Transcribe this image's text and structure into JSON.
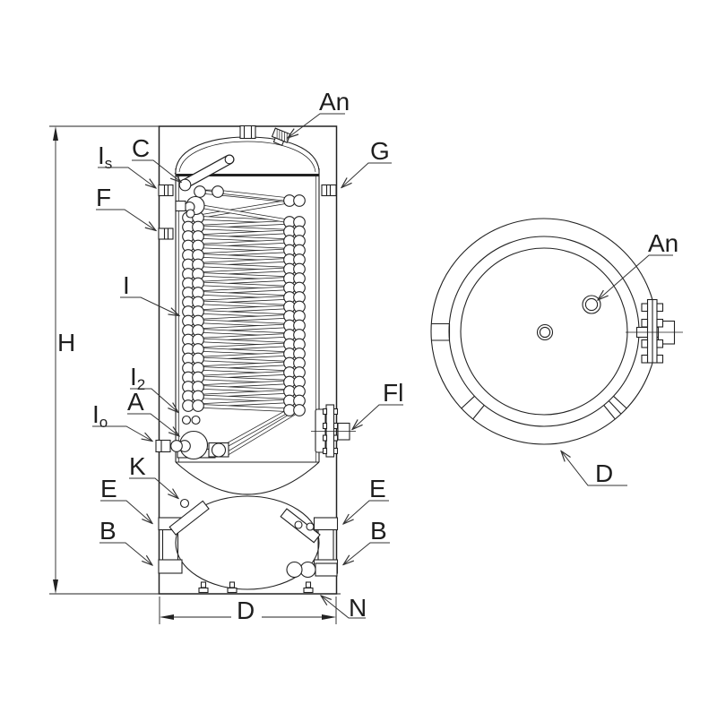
{
  "colors": {
    "line": "#222222",
    "background": "#ffffff"
  },
  "labels": {
    "front": {
      "an": "An",
      "c": "C",
      "is_base": "I",
      "is_sub": "s",
      "f": "F",
      "g": "G",
      "i": "I",
      "h": "H",
      "i2_base": "I",
      "i2_sub": "2",
      "io_base": "I",
      "io_sub": "o",
      "a": "A",
      "k": "K",
      "e_left": "E",
      "b_left": "B",
      "e_right": "E",
      "b_right": "B",
      "fl": "Fl",
      "n": "N",
      "d": "D"
    },
    "top": {
      "an": "An",
      "d": "D"
    }
  }
}
